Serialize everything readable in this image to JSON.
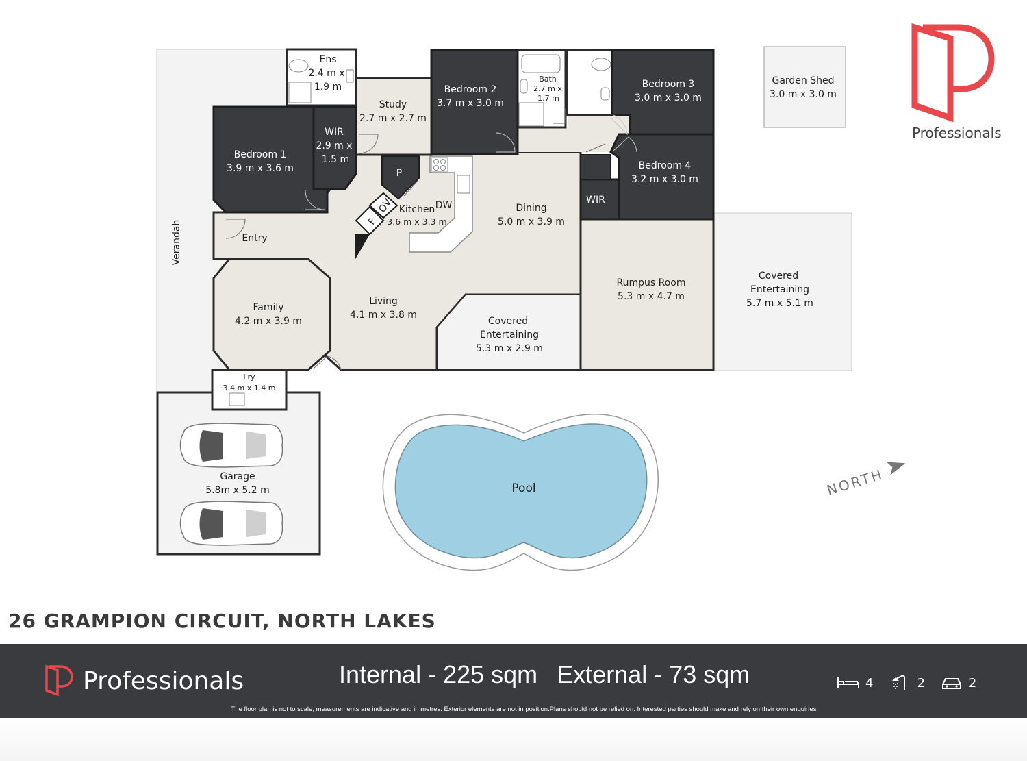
{
  "rooms": {
    "ensuite": {
      "name": "Ens",
      "dim1": "2.4 m x",
      "dim2": "1.9 m"
    },
    "study": {
      "name": "Study",
      "dim": "2.7 m x 2.7 m"
    },
    "bedroom2": {
      "name": "Bedroom 2",
      "dim": "3.7 m x 3.0 m"
    },
    "bath": {
      "name": "Bath",
      "dim1": "2.7 m x",
      "dim2": "1.7 m"
    },
    "bedroom3": {
      "name": "Bedroom 3",
      "dim": "3.0 m x 3.0 m"
    },
    "bedroom1": {
      "name": "Bedroom 1",
      "dim": "3.9 m x 3.6 m"
    },
    "wir1": {
      "name": "WIR",
      "dim1": "2.9 m x",
      "dim2": "1.5 m"
    },
    "bedroom4": {
      "name": "Bedroom 4",
      "dim": "3.2 m x 3.0 m"
    },
    "wir2": {
      "name": "WIR"
    },
    "pantry": {
      "name": "P"
    },
    "oven": {
      "name": "OV"
    },
    "fridge": {
      "name": "F"
    },
    "dishwasher": {
      "name": "DW"
    },
    "kitchen": {
      "name": "Kitchen",
      "dim": "3.6 m x 3.3 m"
    },
    "dining": {
      "name": "Dining",
      "dim": "5.0 m x 3.9 m"
    },
    "entry": {
      "name": "Entry"
    },
    "verandah": {
      "name": "Verandah"
    },
    "family": {
      "name": "Family",
      "dim": "4.2 m x 3.9 m"
    },
    "living": {
      "name": "Living",
      "dim": "4.1 m x 3.8 m"
    },
    "covered_ent1": {
      "name1": "Covered",
      "name2": "Entertaining",
      "dim": "5.3 m x 2.9 m"
    },
    "rumpus": {
      "name": "Rumpus Room",
      "dim": "5.3 m x 4.7 m"
    },
    "covered_ent2": {
      "name1": "Covered",
      "name2": "Entertaining",
      "dim": "5.7 m x 5.1 m"
    },
    "laundry": {
      "name": "Lry",
      "dim": "3.4 m x 1.4 m"
    },
    "garage": {
      "name": "Garage",
      "dim": "5.8m x 5.2 m"
    },
    "pool": {
      "name": "Pool"
    },
    "garden_shed": {
      "name": "Garden Shed",
      "dim": "3.0 m x 3.0 m"
    }
  },
  "compass": {
    "label": "NORTH"
  },
  "brand": {
    "name": "Professionals",
    "color": "#e8474b"
  },
  "address": "26 GRAMPION CIRCUIT, NORTH LAKES",
  "footer": {
    "internal": "Internal - 225 sqm",
    "external": "External - 73 sqm",
    "bedrooms": "4",
    "bathrooms": "2",
    "car_spaces": "2",
    "disclaimer": "The floor plan is not to scale; measurements are indicative and in metres. Exterior elements are not in position.Plans should not be relied on. Interested parties should make and rely on their own enquiries"
  },
  "colors": {
    "dark_room": "#3a3b3e",
    "light_room": "#eae8e1",
    "exterior": "#f3f3f3",
    "pool_water": "#9fcfe3",
    "footer_bg": "#393b3f"
  }
}
